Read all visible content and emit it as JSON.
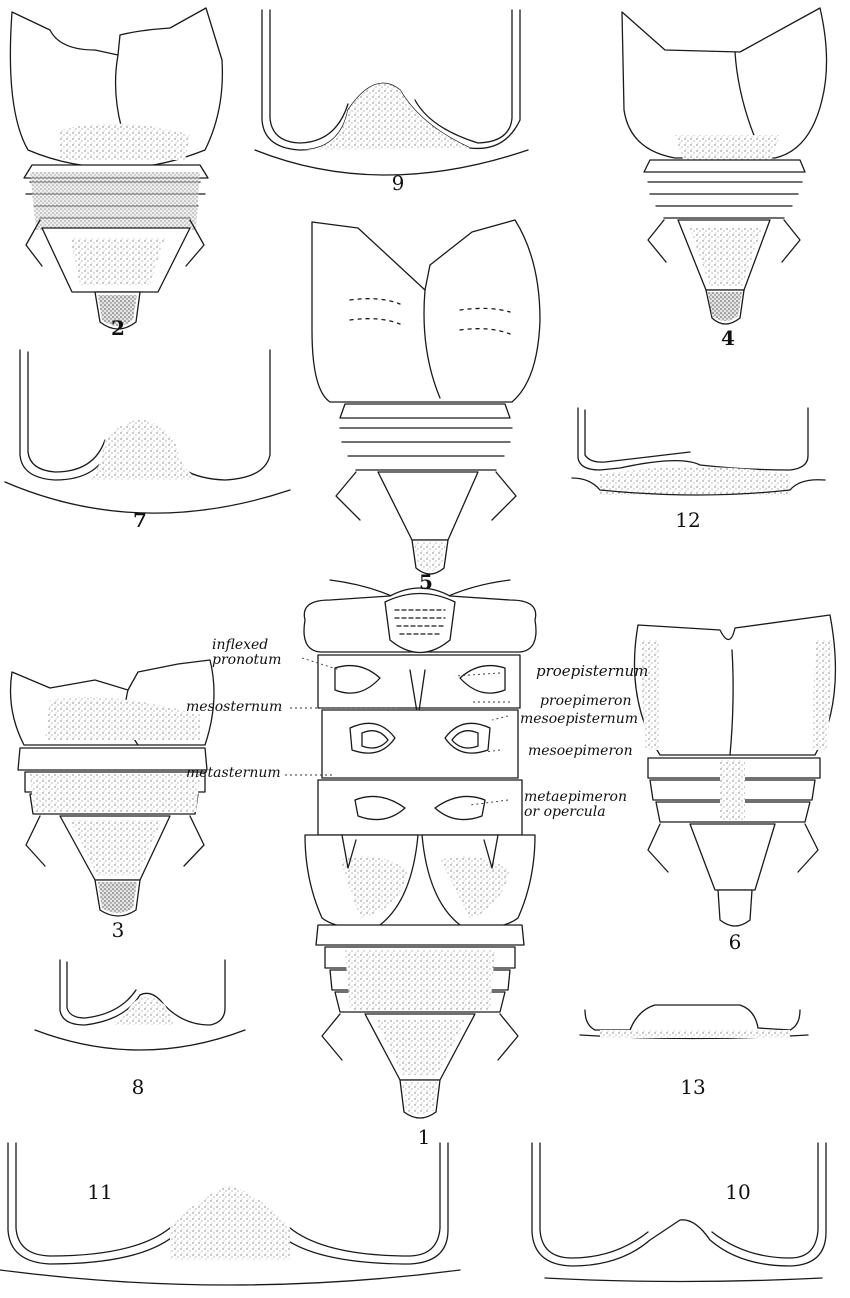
{
  "figure_numbers": {
    "fig1": "1",
    "fig2": "2",
    "fig3": "3",
    "fig4": "4",
    "fig5": "5",
    "fig6": "6",
    "fig7": "7",
    "fig8": "8",
    "fig9": "9",
    "fig10": "10",
    "fig11": "11",
    "fig12": "12",
    "fig13": "13"
  },
  "annotations": {
    "inflexed_pronotum": "inflexed\npronotum",
    "mesosternum": "mesosternum",
    "metasternum": "metasternum",
    "proepisternum": "proepisternum",
    "proepimeron": "proepimeron",
    "mesoepisternum": "mesoepisternum",
    "mesoepimeron": "mesoepimeron",
    "metaepimeron": "metaepimeron\nor opercula"
  },
  "colors": {
    "ink": "#1a1a1a",
    "paper": "#ffffff",
    "stipple": "#8a8a8a"
  }
}
